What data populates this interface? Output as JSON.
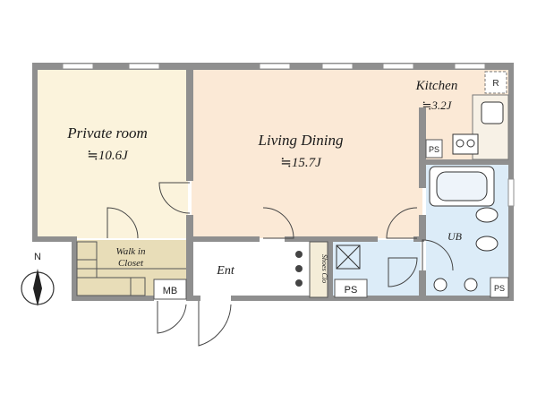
{
  "rooms": {
    "private_room": {
      "name": "Private room",
      "area": "≒10.6J"
    },
    "living_dining": {
      "name": "Living Dining",
      "area": "≒15.7J"
    },
    "kitchen": {
      "name": "Kitchen",
      "area": "≒3.2J"
    },
    "walk_in_closet": {
      "line1": "Walk in",
      "line2": "Closet"
    },
    "entrance": {
      "name": "Ent"
    },
    "unit_bath": {
      "name": "UB"
    },
    "meter_box": {
      "name": "MB"
    },
    "shoes_closet": {
      "name": "Shoes Clo"
    }
  },
  "labels": {
    "refrigerator": "R",
    "pipe_space": "PS",
    "north": "N"
  },
  "colors": {
    "wall": "#8f8f8f",
    "private_room_floor": "#fbf3dc",
    "living_floor": "#fbe9d6",
    "closet_floor": "#e8ddb8",
    "bath_floor": "#dcecf8",
    "entrance_floor": "#ffffff"
  }
}
